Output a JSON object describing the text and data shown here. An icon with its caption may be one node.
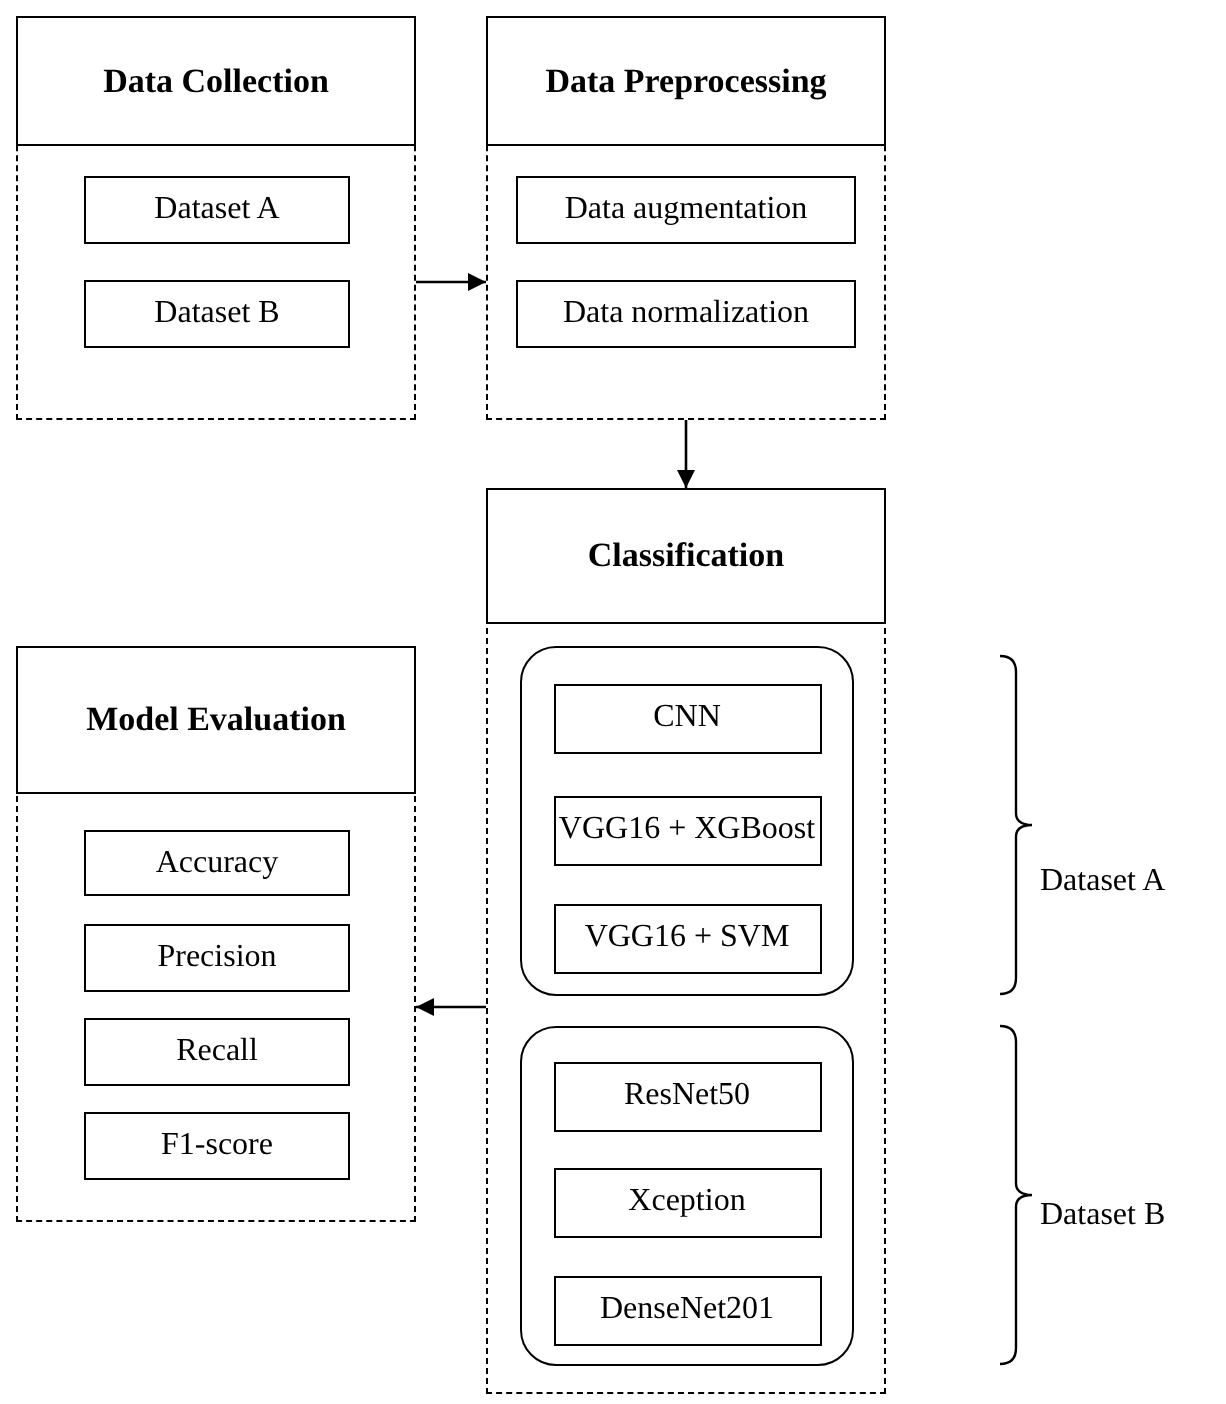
{
  "diagram": {
    "nodes": [
      {
        "text": [
          "Data Collection"
        ]
      },
      {
        "text": [
          "Dataset A"
        ],
        "in": 0
      },
      {
        "text": [
          "Dataset B"
        ],
        "in": 0
      },
      {
        "text": [
          "Data Preprocessing"
        ]
      },
      {
        "text": [
          "Data augmentation"
        ],
        "in": 3
      },
      {
        "text": [
          "Data normalization"
        ],
        "in": 3
      },
      {
        "text": [
          "Classification"
        ]
      },
      {
        "text": [],
        "shape": "box",
        "in": 6
      },
      {
        "text": [
          "CNN"
        ],
        "in": 7
      },
      {
        "text": [
          "VGG16 + XGBoost"
        ],
        "in": 7
      },
      {
        "text": [
          "VGG16 + SVM"
        ],
        "in": 7
      },
      {
        "text": [],
        "shape": "box",
        "in": 6
      },
      {
        "text": [
          "ResNet50"
        ],
        "in": 11
      },
      {
        "text": [
          "Xception"
        ],
        "in": 11
      },
      {
        "text": [
          "DenseNet201"
        ],
        "in": 11
      },
      {
        "text": [
          "Model Evaluation"
        ]
      },
      {
        "text": [
          "Accuracy"
        ],
        "in": 15
      },
      {
        "text": [
          "Precision"
        ],
        "in": 15
      },
      {
        "text": [
          "Recall"
        ],
        "in": 15
      },
      {
        "text": [
          "F1-score"
        ],
        "in": 15
      }
    ],
    "edges": [
      {
        "from": 0,
        "to": 3,
        "arrow": "to"
      },
      {
        "from": 3,
        "to": 6,
        "arrow": "to"
      },
      {
        "from": 6,
        "to": 15,
        "arrow": "to"
      }
    ],
    "labels": [
      "Dataset A",
      "Dataset B"
    ]
  }
}
